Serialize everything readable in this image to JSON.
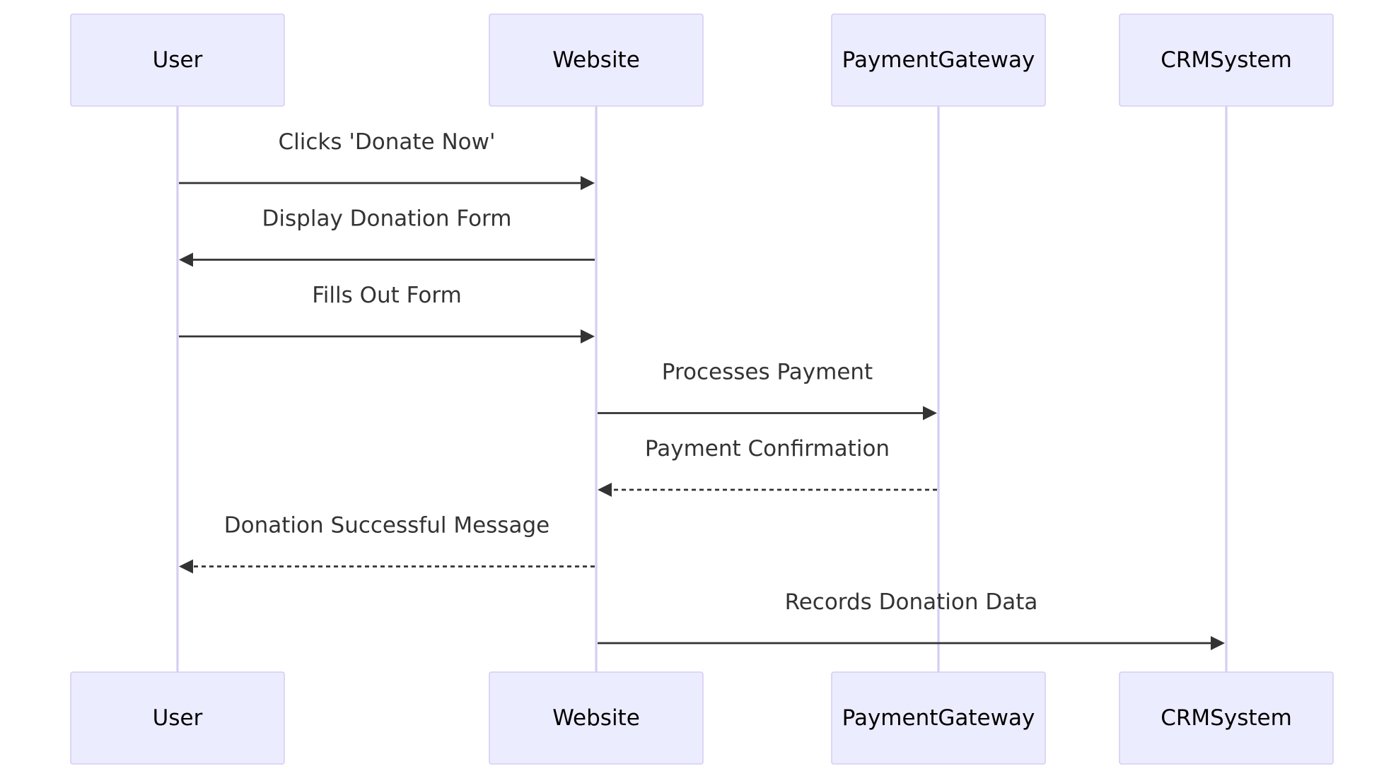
{
  "diagram": {
    "type": "sequence",
    "colors": {
      "actor_fill": "#ECECFF",
      "actor_border": "#D6CDF3",
      "lifeline": "#D6CDF3",
      "message_line": "#333333",
      "text": "#333333"
    },
    "participants": [
      {
        "id": "user",
        "label": "User"
      },
      {
        "id": "website",
        "label": "Website"
      },
      {
        "id": "gateway",
        "label": "PaymentGateway"
      },
      {
        "id": "crm",
        "label": "CRMSystem"
      }
    ],
    "messages": [
      {
        "from": "user",
        "to": "website",
        "label": "Clicks 'Donate Now'",
        "style": "solid"
      },
      {
        "from": "website",
        "to": "user",
        "label": "Display Donation Form",
        "style": "solid"
      },
      {
        "from": "user",
        "to": "website",
        "label": "Fills Out Form",
        "style": "solid"
      },
      {
        "from": "website",
        "to": "gateway",
        "label": "Processes Payment",
        "style": "solid"
      },
      {
        "from": "gateway",
        "to": "website",
        "label": "Payment Confirmation",
        "style": "dashed"
      },
      {
        "from": "website",
        "to": "user",
        "label": "Donation Successful Message",
        "style": "dashed"
      },
      {
        "from": "website",
        "to": "crm",
        "label": "Records Donation Data",
        "style": "solid"
      }
    ]
  }
}
